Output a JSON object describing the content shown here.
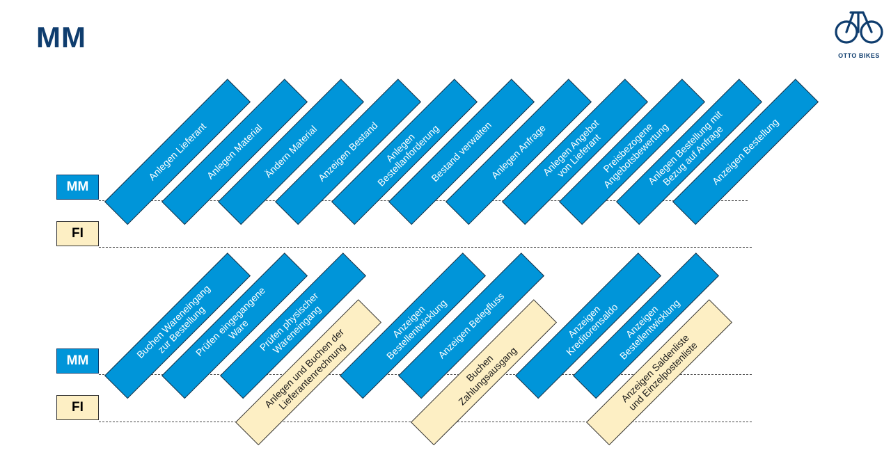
{
  "header": {
    "title": "MM"
  },
  "logo": {
    "text": "OTTO BIKES",
    "icon": "bicycle-icon"
  },
  "lanes": {
    "mm": "MM",
    "fi": "FI"
  },
  "colors": {
    "mm": "#0095d9",
    "fi": "#fdefc4",
    "title": "#0f3d6e"
  },
  "row1": {
    "mm_steps": [
      "Anlegen Lieferant",
      "Anlegen Material",
      "Ändern Material",
      "Anzeigen Bestand",
      "Anlegen\nBestellanforderung",
      "Bestand verwalten",
      "Anlegen Anfrage",
      "Anlegen Angebot\nvon Lieferant",
      "Preisbezogene\nAngebotsbewertung",
      "Anlegen Bestellung mit\nBezug auf Anfrage",
      "Anzeigen Bestellung"
    ]
  },
  "row2": {
    "mm_steps": [
      "Buchen Wareneingang\nzur Bestellung",
      "Prüfen eingegangene\nWare",
      "Prüfen physischer\nWareneingang",
      "Anzeigen\nBestellentwicklung",
      "Anzeigen Belegfluss",
      "Anzeigen\nKreditorensaldo",
      "Anzeigen\nBestellentwicklung"
    ],
    "fi_steps": [
      "Anlegen und Buchen der\nLieferantenrechnung",
      "Buchen\nZahlungsausgang",
      "Anzeigen Saldenliste\nund Einzelpostenliste"
    ]
  }
}
